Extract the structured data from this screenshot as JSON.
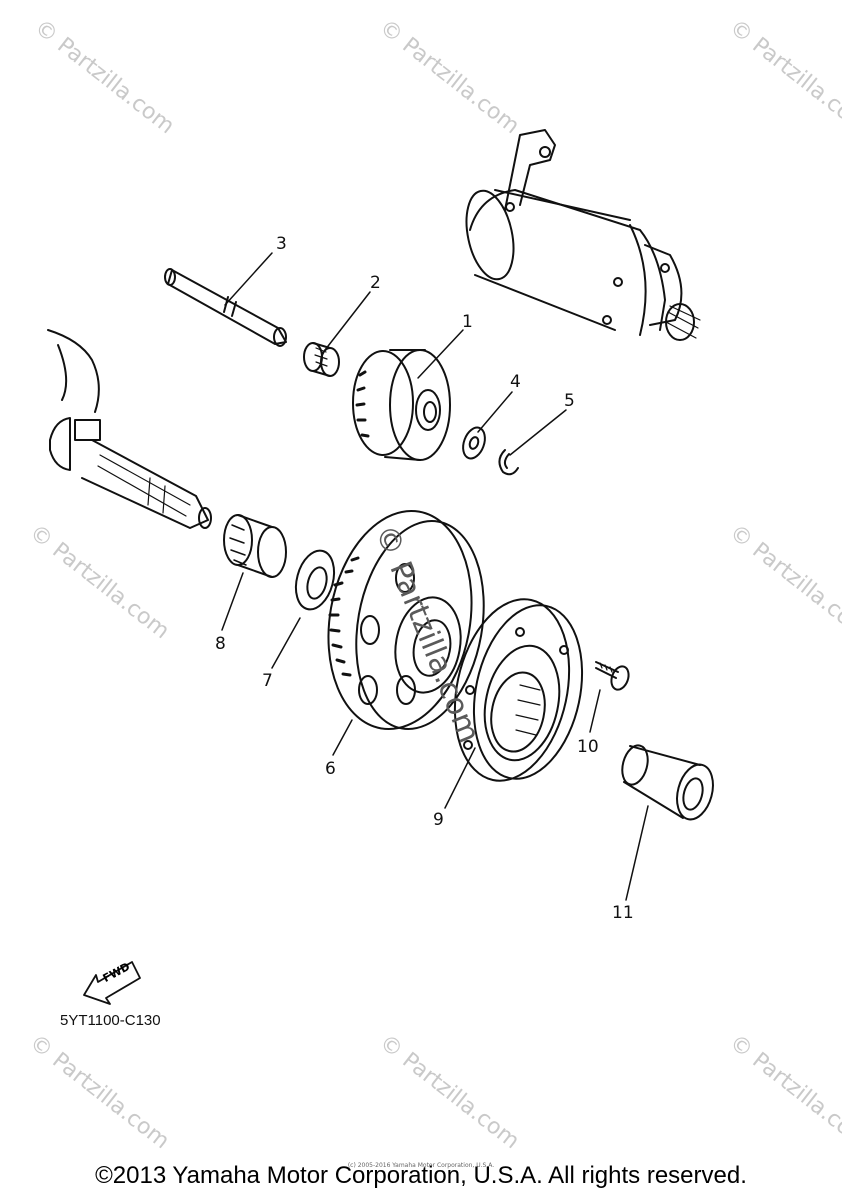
{
  "watermarks": [
    "© Partzilla.com",
    "© Partzilla.com",
    "© Partzilla.com",
    "© Partzilla.com",
    "© Partzilla.com",
    "© Partzilla.com",
    "© Partzilla.com",
    "© Partzilla.com"
  ],
  "center_watermark": "© Partzilla.com",
  "callouts": {
    "p1": "1",
    "p2": "2",
    "p3": "3",
    "p4": "4",
    "p5": "5",
    "p6": "6",
    "p7": "7",
    "p8": "8",
    "p9": "9",
    "p10": "10",
    "p11": "11"
  },
  "fwd_label": "FWD",
  "diagram_code": "5YT1100-C130",
  "small_copyright": "(c) 2005-2016 Yamaha Motor Corporation, U.S.A.",
  "copyright": "©2013 Yamaha Motor Corporation, U.S.A. All rights reserved."
}
